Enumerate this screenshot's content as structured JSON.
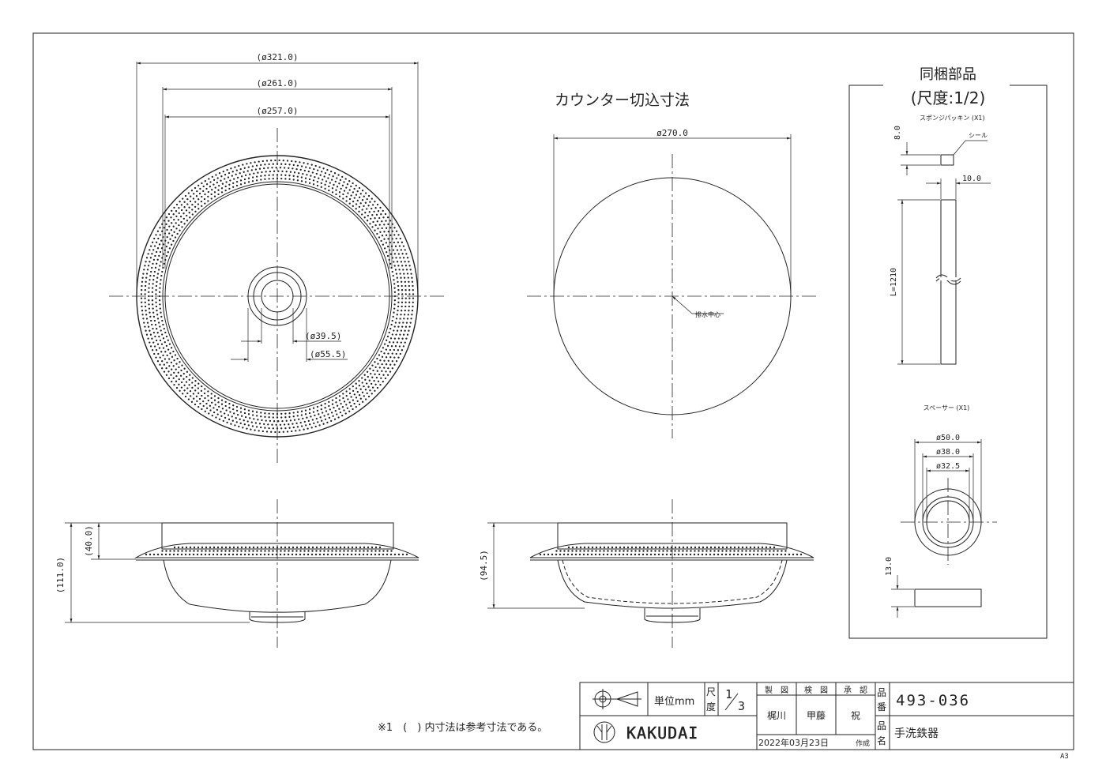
{
  "top_view": {
    "dim_outer": "(ø321.0)",
    "dim_rim": "(ø261.0)",
    "dim_bowl": "(ø257.0)",
    "dim_drain_inner": "(ø39.5)",
    "dim_drain_outer": "(ø55.5)"
  },
  "side_view_left": {
    "dim_height_total": "(111.0)",
    "dim_height_top": "(40.0)"
  },
  "cutout_view": {
    "title": "カウンター切込寸法",
    "dim_diameter": "ø270.0",
    "drain_center_label": "排水中心",
    "dim_height": "(94.5)"
  },
  "parts_box": {
    "title": "同梱部品",
    "scale": "(尺度:1/2)",
    "sponge_label": "スポンジパッキン (X1)",
    "sponge_thickness": "8.0",
    "seal_label": "シール",
    "sponge_width": "10.0",
    "sponge_length": "L=1210",
    "spacer_label": "スペーサー (X1)",
    "spacer_d1": "ø50.0",
    "spacer_d2": "ø38.0",
    "spacer_d3": "ø32.5",
    "spacer_height": "13.0"
  },
  "note": "※1　(　) 内寸法は参考寸法である。",
  "title_block": {
    "unit_label": "単位mm",
    "scale_label_1": "尺",
    "scale_label_2": "度",
    "scale_num": "1",
    "scale_den": "3",
    "col_drawn": "製　図",
    "col_checked": "検　図",
    "col_approved": "承　認",
    "drawn_by": "梶川",
    "checked_by": "甲藤",
    "approved_by": "祝",
    "part_no_label_1": "品",
    "part_no_label_2": "番",
    "part_no": "493-036",
    "part_name_label_1": "品",
    "part_name_label_2": "名",
    "part_name": "手洗鉄器",
    "logo": "KAKUDAI",
    "date": "2022年03月23日",
    "date_suffix": "作成",
    "sheet_size": "A3"
  }
}
